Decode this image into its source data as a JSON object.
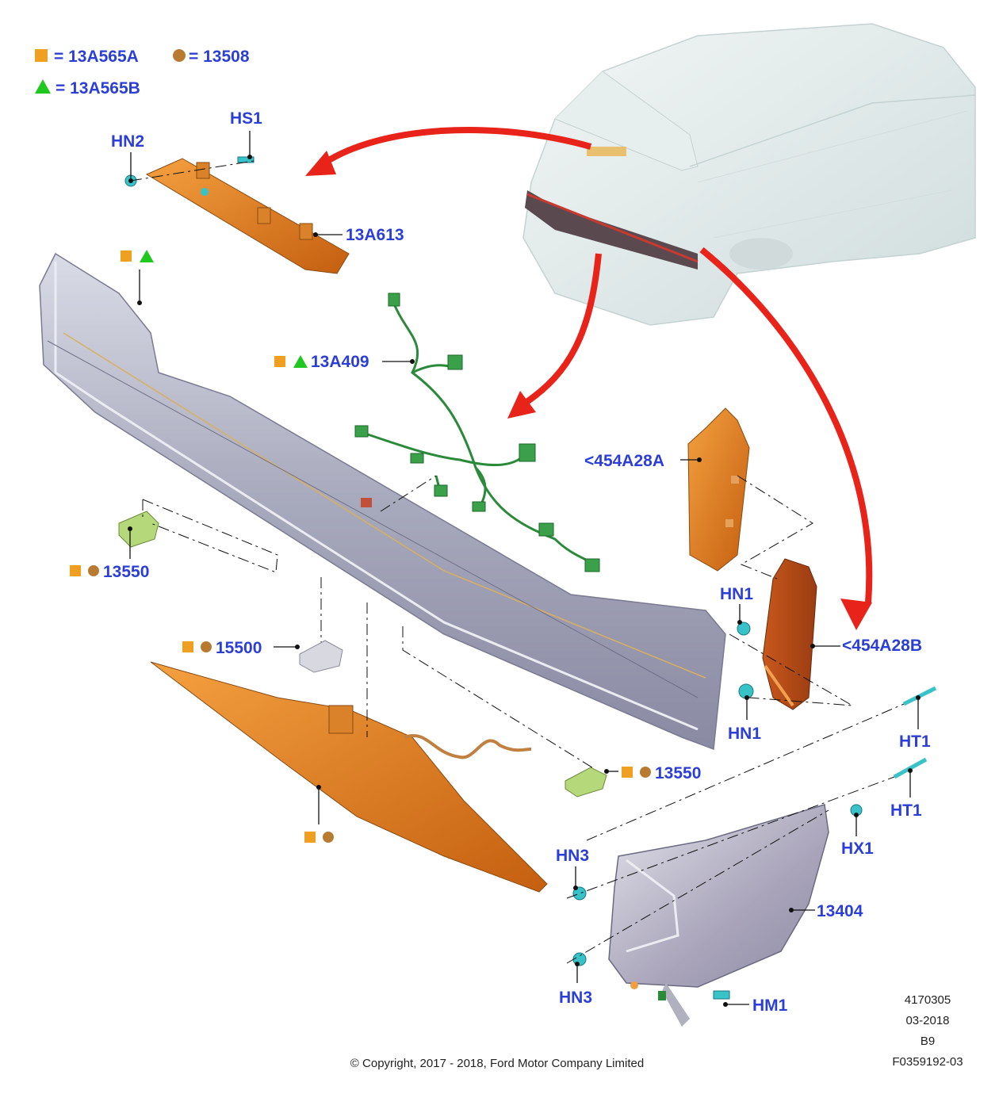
{
  "legend": {
    "square_text": "= 13A565A",
    "circle_text": "= 13508",
    "triangle_text": "= 13A565B"
  },
  "callouts": {
    "hs1": "HS1",
    "hn2": "HN2",
    "p13a613": "13A613",
    "p13a409": "13A409",
    "p454a28a": "<454A28A",
    "p454a28b": "<454A28B",
    "hn1_top": "HN1",
    "hn1_bottom": "HN1",
    "ht1_top": "HT1",
    "ht1_bottom": "HT1",
    "hx1": "HX1",
    "p13550_left": "13550",
    "p13550_right": "13550",
    "p15500": "15500",
    "hn3_top": "HN3",
    "hn3_bottom": "HN3",
    "p13404": "13404",
    "hm1": "HM1"
  },
  "footer": {
    "ref_number": "4170305",
    "date": "03-2018",
    "revision": "B9",
    "figure_id": "F0359192-03",
    "copyright": "© Copyright, 2017 - 2018, Ford Motor Company Limited"
  },
  "colors": {
    "label_blue": "#2b3fd6",
    "marker_square": "#f0a020",
    "marker_circle": "#b87a30",
    "marker_triangle": "#1ec81e",
    "arrow_red": "#e8231a",
    "part_orange": "#e07a1a",
    "part_silver": "#9ea3b6",
    "clip_teal": "#38c3c8"
  }
}
